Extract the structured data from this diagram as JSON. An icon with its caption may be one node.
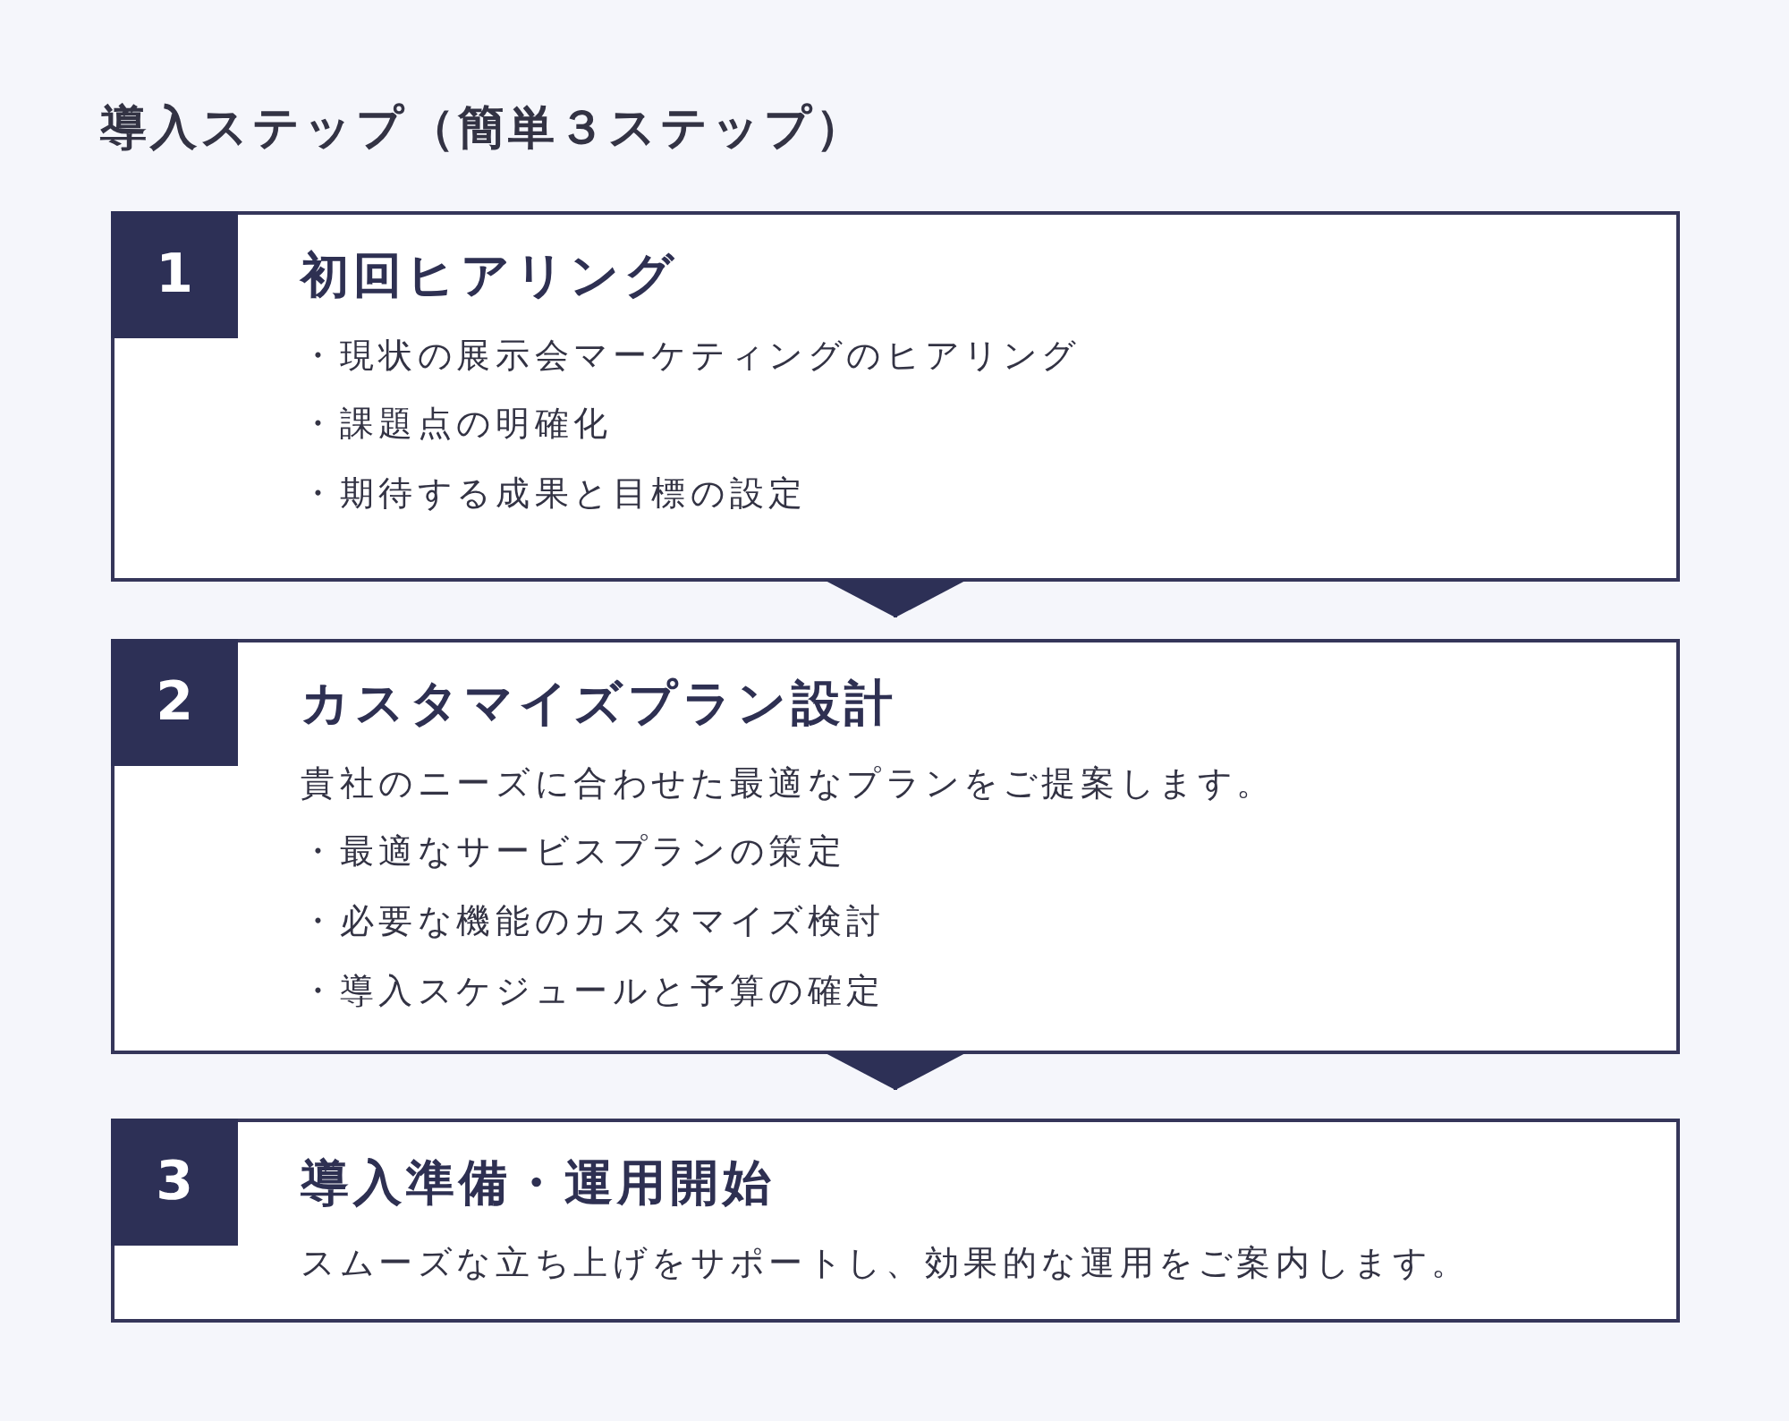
{
  "diagram": {
    "title": "導入ステップ（簡単３ステップ）",
    "nodes": [
      {
        "text": [
          "初回ヒアリング",
          "・現状の展示会マーケティングのヒアリング",
          "・課題点の明確化",
          "・期待する成果と目標の設定"
        ]
      },
      {
        "text": [
          "1"
        ],
        "in": 0
      },
      {
        "text": [
          "カスタマイズプラン設計",
          "貴社のニーズに合わせた最適なプランをご提案します。",
          "・最適なサービスプランの策定",
          "・必要な機能のカスタマイズ検討",
          "・導入スケジュールと予算の確定"
        ]
      },
      {
        "text": [
          "2"
        ],
        "in": 2
      },
      {
        "text": [
          "導入準備・運用開始",
          "スムーズな立ち上げをサポートし、効果的な運用をご案内します。"
        ]
      },
      {
        "text": [
          "3"
        ],
        "in": 4
      }
    ],
    "edges": [
      {
        "from": 0,
        "to": 2,
        "arrow": "to"
      },
      {
        "from": 2,
        "to": 4,
        "arrow": "to"
      }
    ]
  }
}
